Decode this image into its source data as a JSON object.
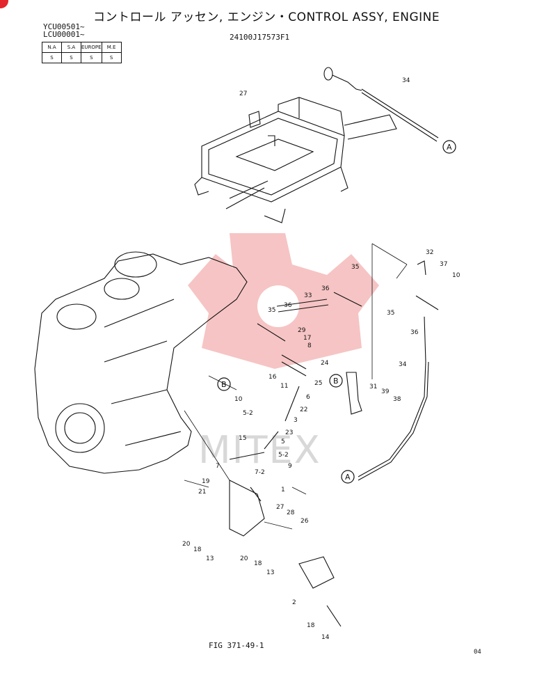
{
  "header": {
    "title": "コントロール アッセン, エンジン・CONTROL ASSY, ENGINE",
    "serial_1": "YCU00501~",
    "serial_2": "LCU00001~",
    "doc_number": "24100J17573F1"
  },
  "regions": {
    "headers": [
      "N.A",
      "S.A",
      "EUROPE",
      "M.E"
    ],
    "values": [
      "S",
      "S",
      "S",
      "S"
    ]
  },
  "watermark": "MITEX",
  "callouts": {
    "ref_a_top": "A",
    "ref_a_bottom": "A",
    "ref_b_left": "B",
    "ref_b_right": "B"
  },
  "parts": {
    "p27a": "27",
    "p34a": "34",
    "p32": "32",
    "p37": "37",
    "p10a": "10",
    "p35a": "35",
    "p36a": "36",
    "p33": "33",
    "p35b": "35",
    "p36b": "36",
    "p35c": "35",
    "p36c": "36",
    "p34b": "34",
    "p29": "29",
    "p17": "17",
    "p8": "8",
    "p16": "16",
    "p11": "11",
    "p24": "24",
    "p25": "25",
    "p31": "31",
    "p39": "39",
    "p38": "38",
    "p6": "6",
    "p22": "22",
    "p3": "3",
    "p10b": "10",
    "p52a": "5-2",
    "p15": "15",
    "p23": "23",
    "p5": "5",
    "p52b": "5-2",
    "p7": "7",
    "p72": "7-2",
    "p9": "9",
    "p19": "19",
    "p21": "21",
    "p1": "1",
    "p27b": "27",
    "p28": "28",
    "p26": "26",
    "p20a": "20",
    "p18a": "18",
    "p13a": "13",
    "p20b": "20",
    "p18b": "18",
    "p13b": "13",
    "p2": "2",
    "p18c": "18",
    "p14": "14"
  },
  "footer": {
    "figure": "FIG 371-49-1",
    "page": "04"
  }
}
